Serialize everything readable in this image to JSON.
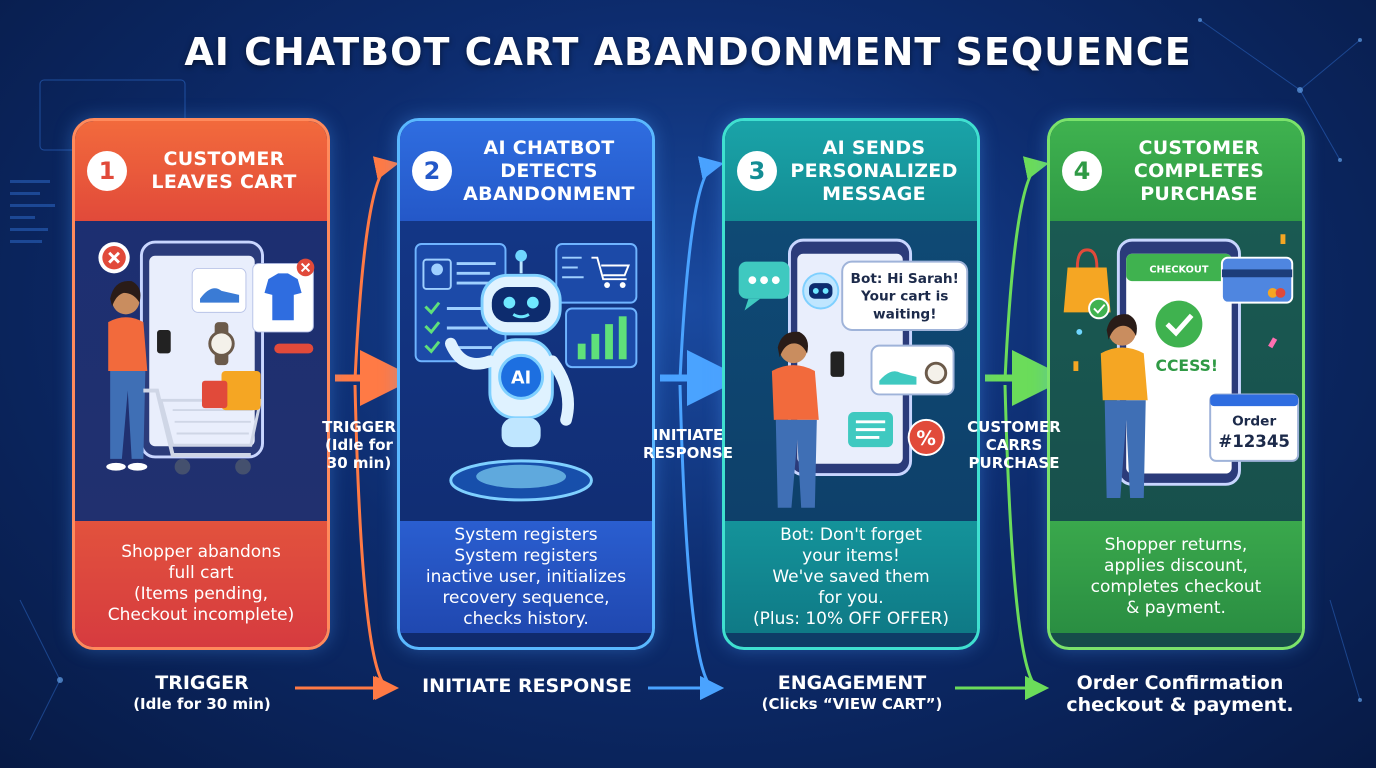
{
  "title": "AI CHATBOT CART ABANDONMENT SEQUENCE",
  "colors": {
    "step1": "#e14a3a",
    "step2": "#2458c8",
    "step3": "#138d94",
    "step4": "#2f9a45",
    "background": "#0d2c6e"
  },
  "steps": [
    {
      "number": "1",
      "title_lines": [
        "CUSTOMER",
        "LEAVES CART"
      ],
      "description_lines": [
        "Shopper abandons",
        "full cart",
        "(Items pending,",
        "Checkout incomplete)"
      ],
      "icons": [
        "close-icon",
        "shopper-figure",
        "phone-icon",
        "sneaker-icon",
        "shirt-icon",
        "watch-icon",
        "shopping-cart-icon"
      ]
    },
    {
      "number": "2",
      "title_lines": [
        "AI CHATBOT",
        "DETECTS",
        "ABANDONMENT"
      ],
      "description_lines": [
        "System registers",
        "System registers",
        "inactive user, initializes",
        "recovery sequence,",
        "checks history."
      ],
      "robot_label": "AI",
      "icons": [
        "robot-icon",
        "user-profile-icon",
        "cart-dashboard-icon",
        "bar-chart-icon"
      ]
    },
    {
      "number": "3",
      "title_lines": [
        "AI SENDS",
        "PERSONALIZED",
        "MESSAGE"
      ],
      "bubble_lines": [
        "Bot: Hi Sarah!",
        "Your cart is",
        "waiting!"
      ],
      "description_lines": [
        "Bot: Don't forget",
        "your items!",
        "We've saved them",
        "for you.",
        "(Plus: 10% OFF OFFER)"
      ],
      "discount_symbol": "%",
      "icons": [
        "chat-bubble-icon",
        "bot-face-icon",
        "discount-icon",
        "sneaker-icon",
        "watch-icon"
      ]
    },
    {
      "number": "4",
      "title_lines": [
        "CUSTOMER",
        "COMPLETES",
        "PURCHASE"
      ],
      "checkout_label": "CHECKOUT",
      "success_text": "CCESS!",
      "order_lines": [
        "Order",
        "#12345"
      ],
      "description_lines": [
        "Shopper returns,",
        "applies discount,",
        "completes checkout",
        "& payment."
      ],
      "icons": [
        "shopping-bag-icon",
        "credit-card-icon",
        "check-icon",
        "party-popper-icon"
      ]
    }
  ],
  "arrow_labels": [
    {
      "lines": [
        "TRIGGER",
        "(Idle for",
        "30 min)"
      ]
    },
    {
      "lines": [
        "INITIATE",
        "RESPONSE"
      ]
    },
    {
      "lines": [
        "CUSTOMER",
        "CARRS",
        "PURCHASE"
      ]
    }
  ],
  "bottom_labels": [
    {
      "main": "TRIGGER",
      "sub": "(Idle for 30 min)"
    },
    {
      "main": "INITIATE RESPONSE",
      "sub": ""
    },
    {
      "main": "ENGAGEMENT",
      "sub": "(Clicks “VIEW CART”)"
    },
    {
      "main": "Order Confirmation",
      "sub": "checkout & payment."
    }
  ]
}
